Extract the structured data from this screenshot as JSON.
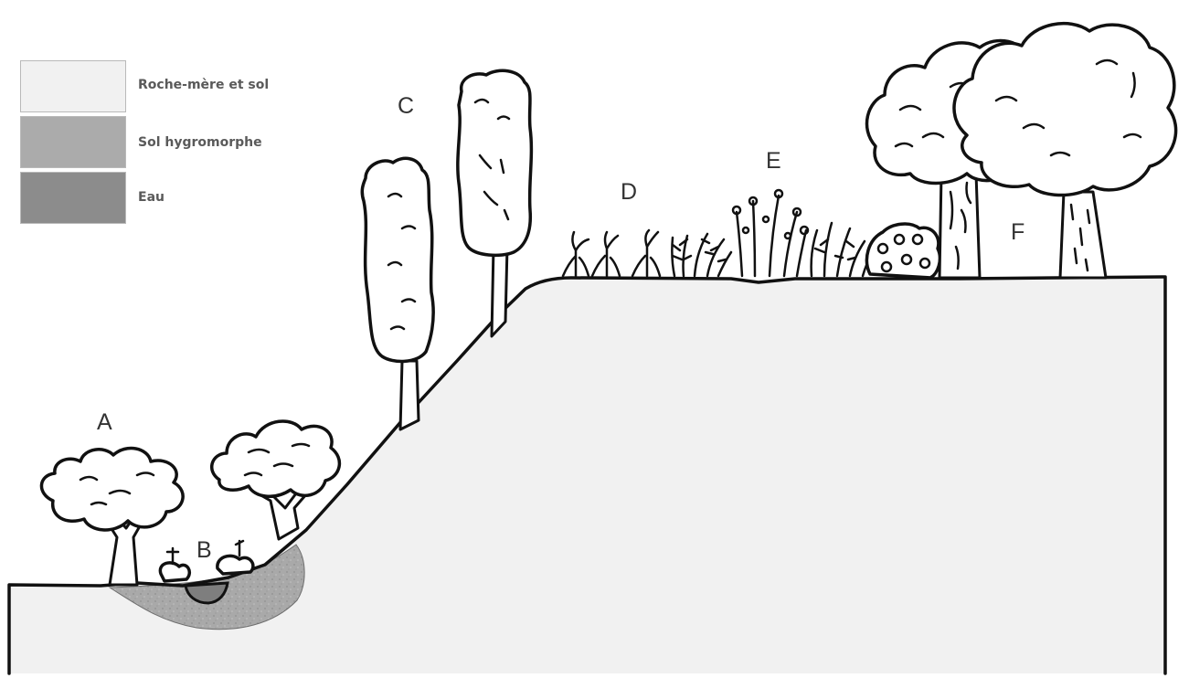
{
  "legend": {
    "items": [
      {
        "label": "Roche-mère et sol",
        "color": "#f1f1f1"
      },
      {
        "label": "Sol hygromorphe",
        "color": "#ababab"
      },
      {
        "label": "Eau",
        "color": "#8c8c8c"
      }
    ]
  },
  "zones": {
    "a": "A",
    "b": "B",
    "c": "C",
    "d": "D",
    "e": "E",
    "f": "F"
  }
}
